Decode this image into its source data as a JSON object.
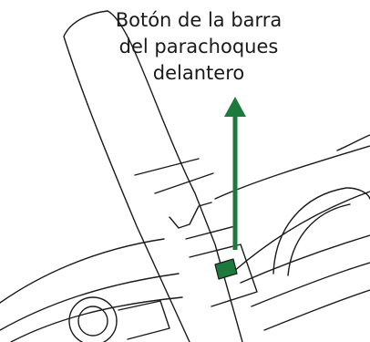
{
  "callout": {
    "lines": [
      "Botón de la barra",
      "del parachoques",
      "delantero"
    ]
  },
  "colors": {
    "highlight": "#1e7a3c",
    "line": "#1a1a1a",
    "background": "#ffffff"
  }
}
